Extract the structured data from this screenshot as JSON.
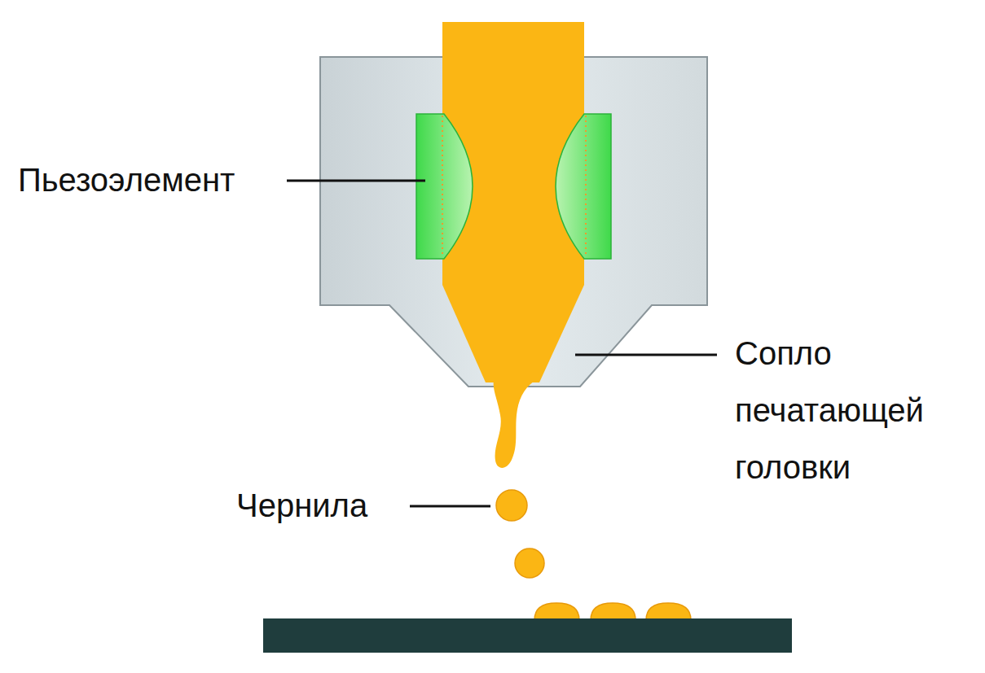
{
  "diagram": {
    "labels": [
      "Пьезоэлемент",
      "Сопло печатающей головки",
      "Чернила"
    ]
  }
}
